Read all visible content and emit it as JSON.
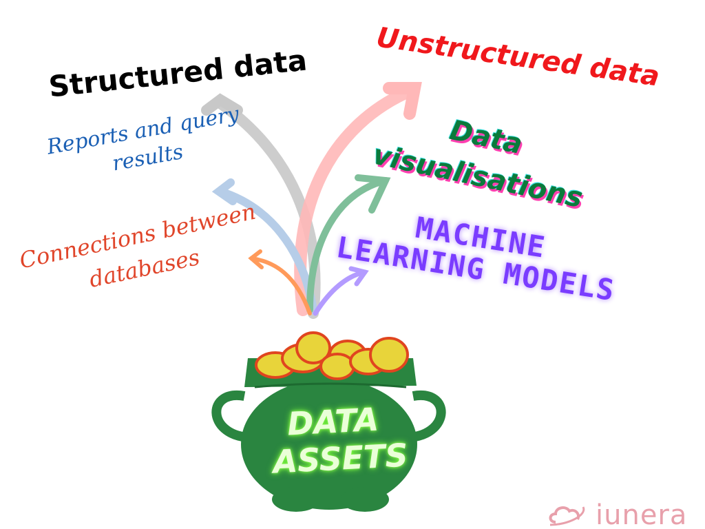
{
  "center": {
    "label_line1": "DATA",
    "label_line2": "ASSETS"
  },
  "outputs": {
    "structured": "Structured data",
    "reports_line1": "Reports and query",
    "reports_line2": "results",
    "connections_line1": "Connections between",
    "connections_line2": "databases",
    "unstructured": "Unstructured data",
    "dataviz_line1": "Data",
    "dataviz_line2": "visualisations",
    "ml_line1": "MACHINE",
    "ml_line2": "LEARNING MODELS"
  },
  "logo": {
    "text": "iunera",
    "icon": "cloud-orbit-icon"
  },
  "colors": {
    "structured": "#000000",
    "reports": "#1a5fb4",
    "connections": "#e0452a",
    "unstructured": "#f0181c",
    "dataviz": "#0b7a3b",
    "ml": "#7a3cff",
    "pot": "#2a8540",
    "coins": "#e8d43a",
    "logo": "#e8a0ab"
  }
}
